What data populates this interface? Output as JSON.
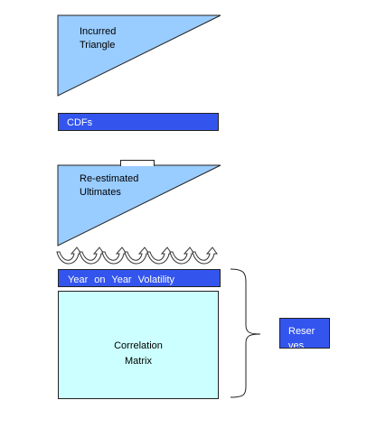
{
  "diagram": {
    "incurred_triangle": "Incurred\nTriangle",
    "cdfs": "CDFs",
    "reestimated_ultimates": "Re-estimated\nUltimates",
    "year_on_year_volatility": "Year on Year Volatility",
    "correlation_matrix": "Correlation\nMatrix",
    "reserves": "Reser\nves"
  },
  "colors": {
    "triangle_fill": "#99ccff",
    "bar_fill": "#3355ee",
    "matrix_fill": "#ccffff",
    "outline": "#222222"
  }
}
